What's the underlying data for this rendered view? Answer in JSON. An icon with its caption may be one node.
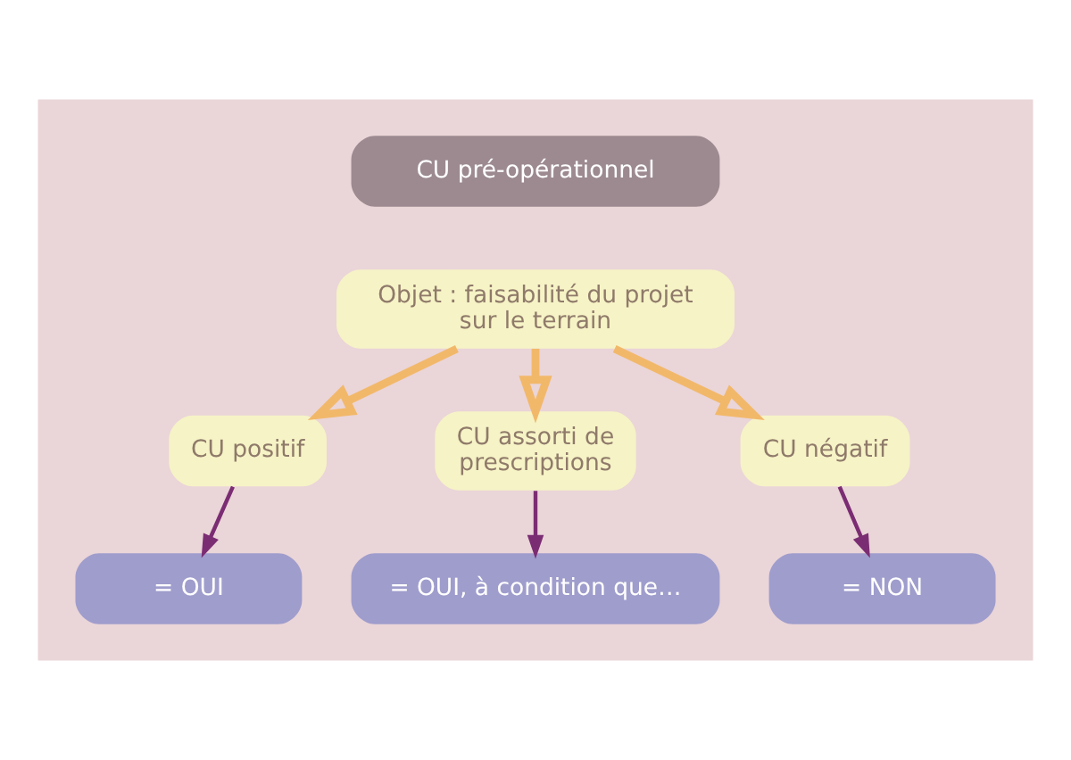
{
  "diagram": {
    "nodes": [
      {
        "text": [],
        "shape": "box"
      },
      {
        "text": [
          "CU pré-opérationnel"
        ],
        "in": 0
      },
      {
        "text": [
          "Objet : faisabilité du projet sur le terrain"
        ],
        "in": 0
      },
      {
        "text": [
          "CU positif"
        ],
        "in": 0
      },
      {
        "text": [
          "CU assorti de prescriptions"
        ],
        "in": 0
      },
      {
        "text": [
          "CU négatif"
        ],
        "in": 0
      },
      {
        "text": [
          "= OUI"
        ],
        "in": 0
      },
      {
        "text": [
          "= OUI, à condition que…"
        ],
        "in": 0
      },
      {
        "text": [
          "= NON"
        ],
        "in": 0
      }
    ],
    "edges": [
      {
        "from": 2,
        "to": 3,
        "arrow": "to",
        "style": "thick",
        "color": "#f2b86a"
      },
      {
        "from": 2,
        "to": 4,
        "arrow": "to",
        "style": "thick",
        "color": "#f2b86a"
      },
      {
        "from": 2,
        "to": 5,
        "arrow": "to",
        "style": "thick",
        "color": "#f2b86a"
      },
      {
        "from": 3,
        "to": 6,
        "arrow": "to",
        "color": "#7b2d73"
      },
      {
        "from": 4,
        "to": 7,
        "arrow": "to",
        "color": "#7b2d73"
      },
      {
        "from": 5,
        "to": 8,
        "arrow": "to",
        "color": "#7b2d73"
      }
    ]
  }
}
